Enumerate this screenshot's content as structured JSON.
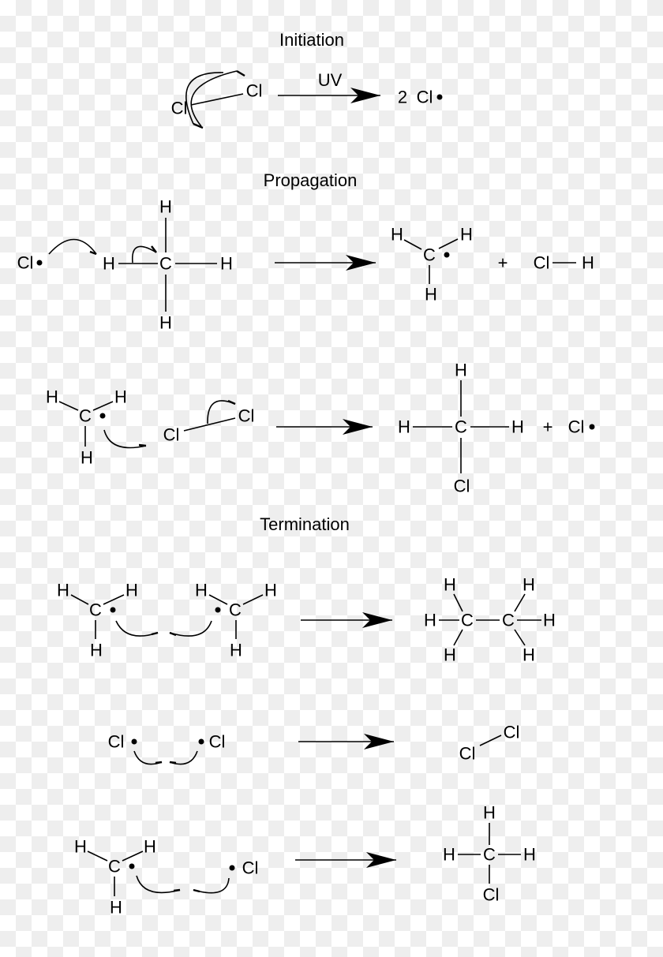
{
  "headings": {
    "initiation": "Initiation",
    "propagation": "Propagation",
    "termination": "Termination"
  },
  "conditions": {
    "uv": "UV"
  },
  "coefficients": {
    "two": "2"
  },
  "labels": {
    "H": "H",
    "C": "C",
    "Cl": "Cl",
    "plus": "+"
  },
  "colors": {
    "ink": "#000000",
    "checker_light": "#ffffff",
    "checker_dark": "#eeeeee"
  }
}
